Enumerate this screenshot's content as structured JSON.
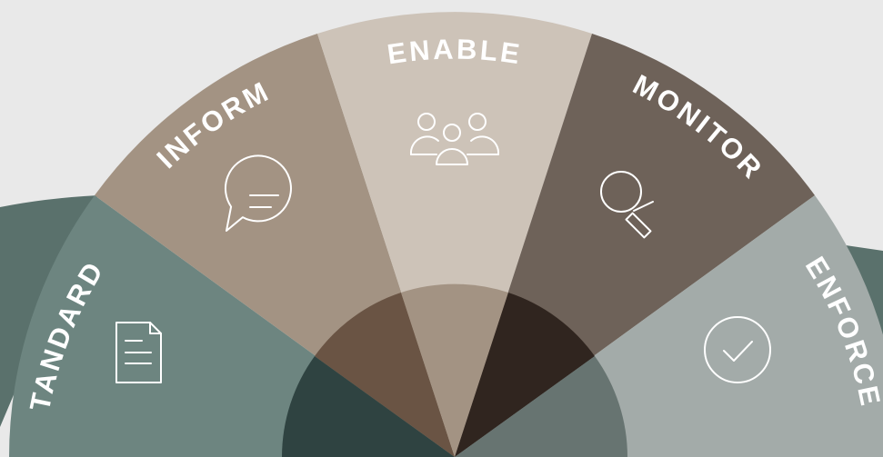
{
  "colors": {
    "background": "#e9e9e9",
    "outer_band": "#5a716c",
    "standards": "#6d8580",
    "inform": "#a39383",
    "enable": "#cdc3b8",
    "monitor": "#6e6259",
    "enforce": "#a3aba9",
    "icon": "#ffffff"
  },
  "segments": [
    {
      "id": "standards",
      "label": "STANDARDS",
      "icon": "document-icon"
    },
    {
      "id": "inform",
      "label": "INFORM",
      "icon": "chat-bubble-icon"
    },
    {
      "id": "enable",
      "label": "ENABLE",
      "icon": "people-group-icon"
    },
    {
      "id": "monitor",
      "label": "MONITOR",
      "icon": "magnifier-icon"
    },
    {
      "id": "enforce",
      "label": "ENFORCE",
      "icon": "checkmark-circle-icon"
    }
  ]
}
